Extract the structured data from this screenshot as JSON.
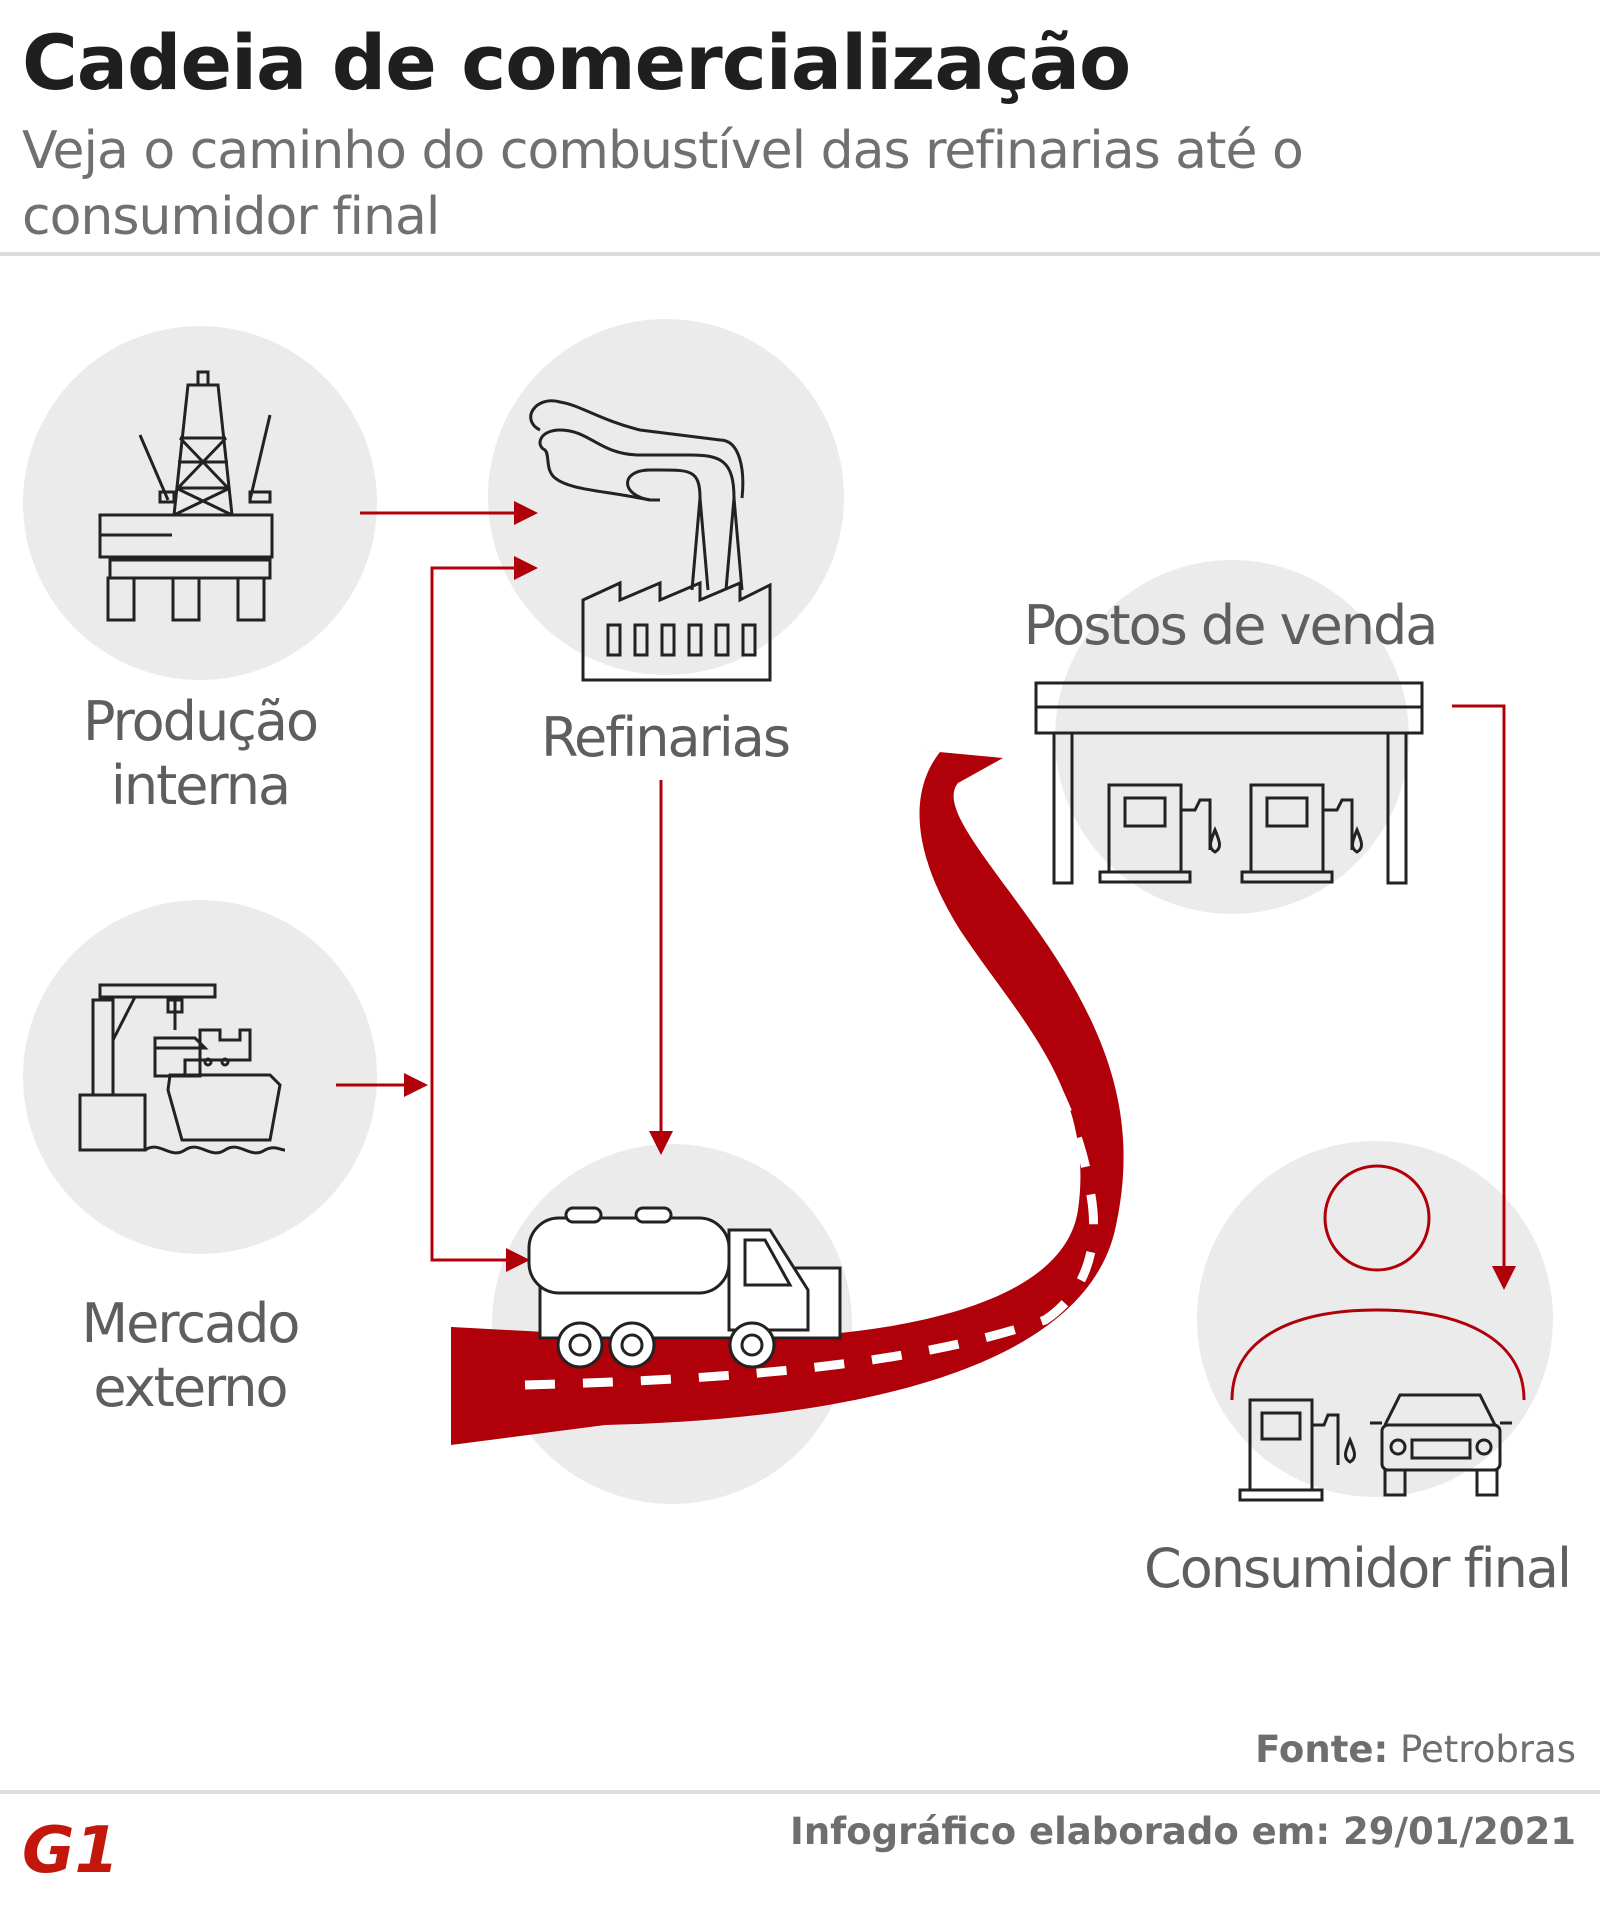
{
  "header": {
    "title": "Cadeia de comercialização",
    "subtitle": "Veja o caminho do combustível das refinarias até o consumidor final"
  },
  "nodes": {
    "producao": "Produção\ninterna",
    "refinarias": "Refinarias",
    "mercado": "Mercado\nexterno",
    "postos": "Postos de venda",
    "consumidor": "Consumidor final"
  },
  "footer": {
    "source_label": "Fonte:",
    "source_value": "Petrobras",
    "credit": "Infográfico elaborado em: 29/01/2021",
    "logo_text": "G1"
  },
  "colors": {
    "accent": "#b0000a",
    "circle": "#ebebeb",
    "label": "#5e5e5e",
    "title": "#1f1f1f"
  },
  "icons": [
    "oil-platform-icon",
    "refinery-icon",
    "port-ship-icon",
    "tanker-truck-icon",
    "road-icon",
    "gas-station-icon",
    "consumer-icon"
  ]
}
